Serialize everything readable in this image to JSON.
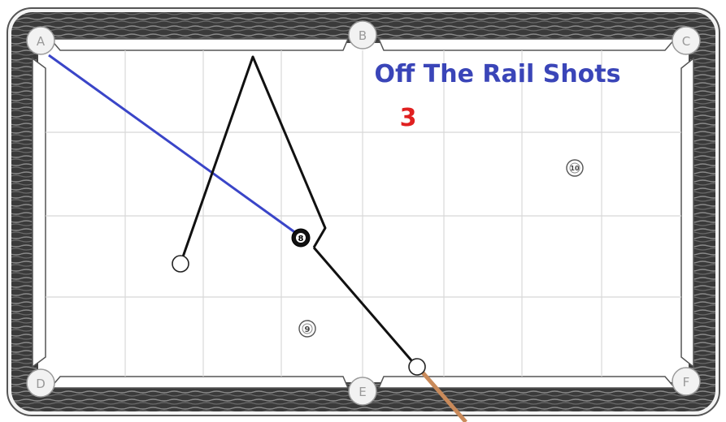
{
  "title": "Off The Rail Shots",
  "shot_number": "3",
  "colors": {
    "title": "#3a45b8",
    "shot_number": "#e02020",
    "aim_line": "#3a45c8",
    "path_line": "#111111",
    "cue_stick": "#c98a5a",
    "rail": "#2c2c2c",
    "grid": "#d8d8d8"
  },
  "pockets": [
    "A",
    "B",
    "C",
    "D",
    "E",
    "F"
  ],
  "balls": {
    "eight": "8",
    "nine": "9",
    "ten": "10"
  }
}
